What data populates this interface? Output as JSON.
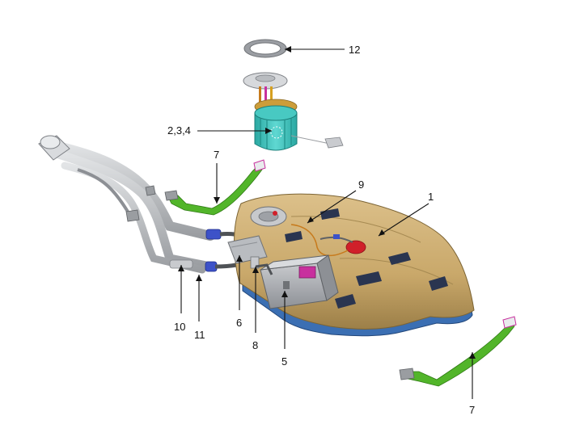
{
  "callouts": {
    "c1": "1",
    "c234": "2,3,4",
    "c5": "5",
    "c6": "6",
    "c7a": "7",
    "c7b": "7",
    "c8": "8",
    "c9": "9",
    "c10": "10",
    "c11": "11",
    "c12": "12"
  },
  "colors": {
    "tank_body": "#c9a86a",
    "tank_shadow": "#9c7f48",
    "tank_underside": "#3b6fb3",
    "pump_module": "#3ec2bc",
    "strap": "#52b52a",
    "canister": "#a9abb0",
    "pipe": "#b9bcc0",
    "seal_ring": "#9b9ea3",
    "cap_red": "#d0202a",
    "connector_blue": "#2c4ac9",
    "connector_magenta": "#c8309e"
  }
}
